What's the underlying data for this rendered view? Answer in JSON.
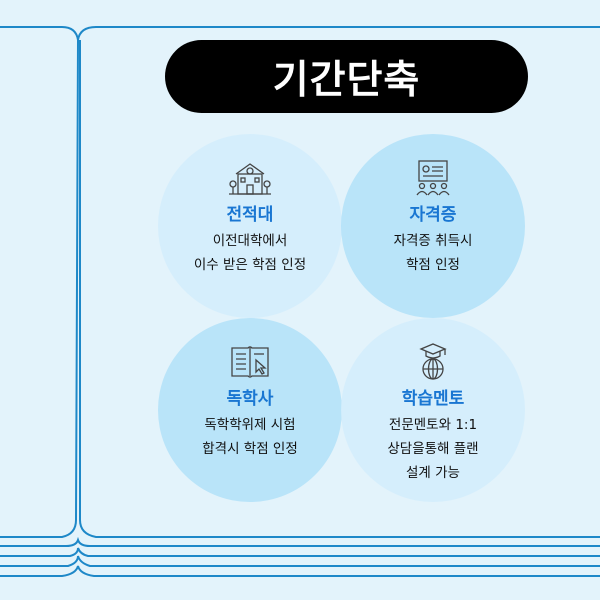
{
  "header": {
    "title": "기간단축"
  },
  "colors": {
    "frame_line": "#1e88c8",
    "title_pill": "#000000",
    "circle_light": "#d4eefc",
    "circle_mid": "#aee0f9",
    "accent_text": "#1976d2"
  },
  "cards": [
    {
      "icon": "school-building-icon",
      "title": "전적대",
      "lines": [
        "이전대학에서",
        "이수 받은 학점 인정"
      ]
    },
    {
      "icon": "certificate-people-icon",
      "title": "자격증",
      "lines": [
        "자격증 취득시",
        "학점 인정"
      ]
    },
    {
      "icon": "open-book-cursor-icon",
      "title": "독학사",
      "lines": [
        "독학학위제 시험",
        "합격시 학점 인정"
      ]
    },
    {
      "icon": "graduation-globe-icon",
      "title": "학습멘토",
      "lines": [
        "전문멘토와 1:1",
        "상담을통해 플랜",
        "설계 가능"
      ]
    }
  ]
}
